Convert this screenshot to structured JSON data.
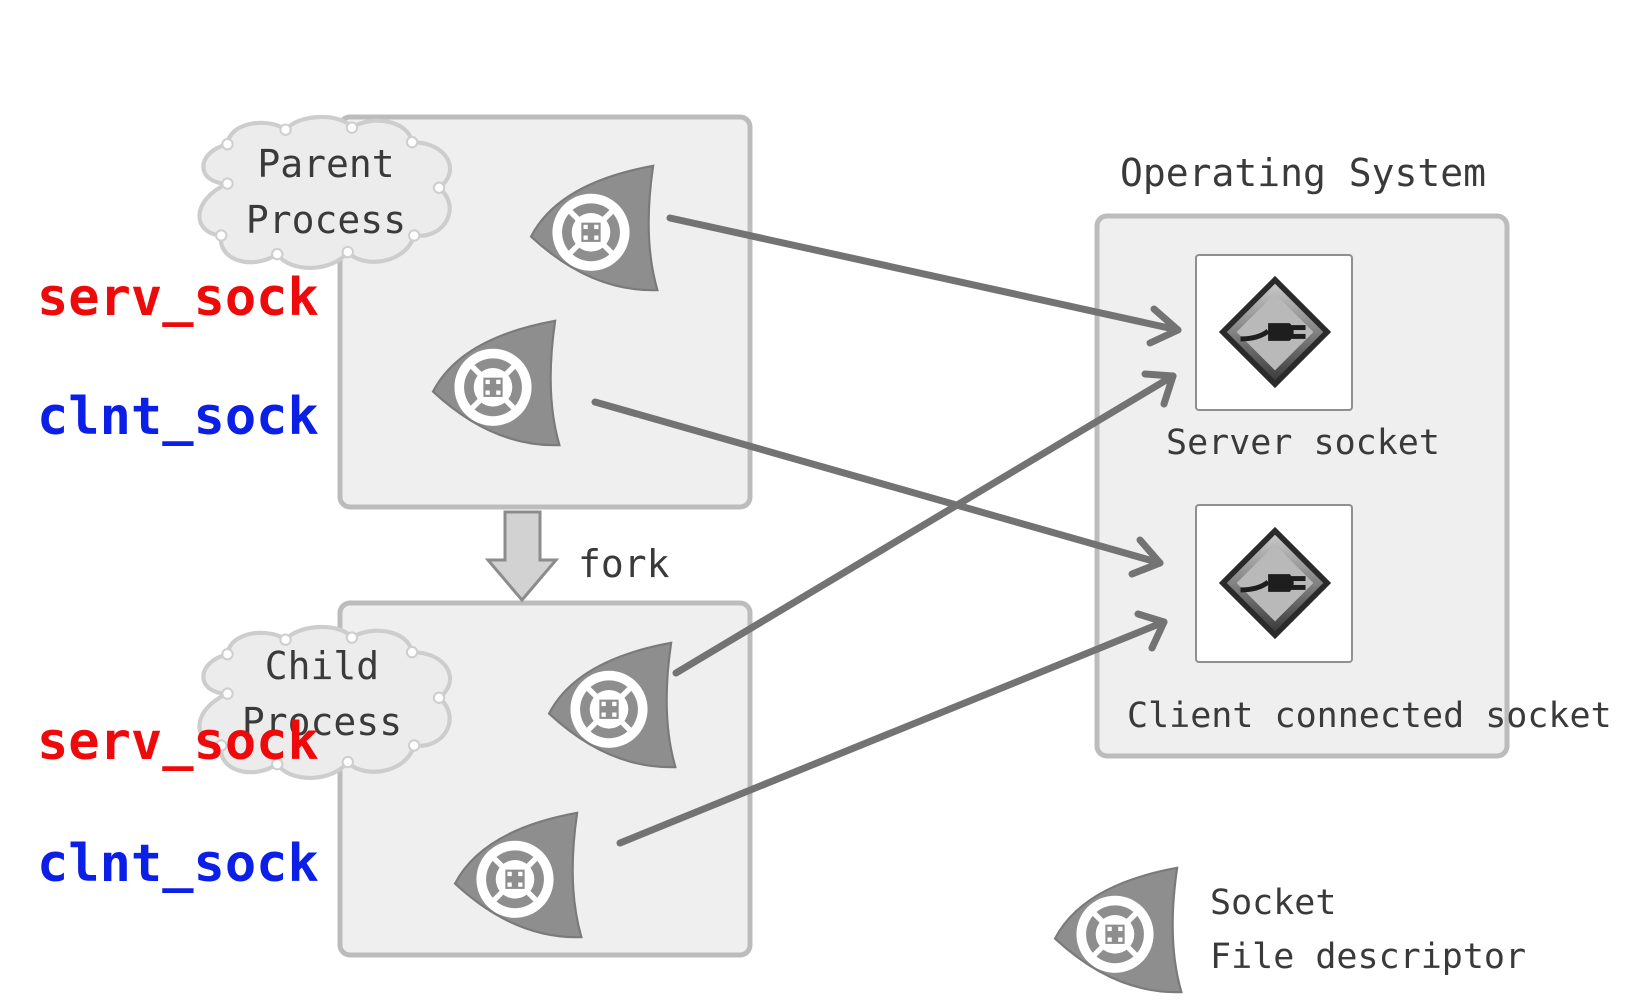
{
  "parent": {
    "label_line1": "Parent",
    "label_line2": "Process"
  },
  "child": {
    "label_line1": "Child",
    "label_line2": "Process"
  },
  "fork_label": "fork",
  "os": {
    "title": "Operating System",
    "server_socket_label": "Server socket",
    "client_socket_label": "Client connected socket"
  },
  "variables": {
    "parent_serv": "serv_sock",
    "parent_clnt": "clnt_sock",
    "child_serv": "serv_sock",
    "child_clnt": "clnt_sock"
  },
  "legend": {
    "line1": "Socket",
    "line2": "File descriptor"
  },
  "colors": {
    "serv_sock": "#ee0a0a",
    "clnt_sock": "#0b1fe6",
    "arrow": "#737373",
    "box_fill": "#efefef",
    "box_stroke": "#bcbcbc"
  },
  "icons": {
    "descriptor": "socket-file-descriptor-icon",
    "socket": "plug-diamond-icon"
  }
}
